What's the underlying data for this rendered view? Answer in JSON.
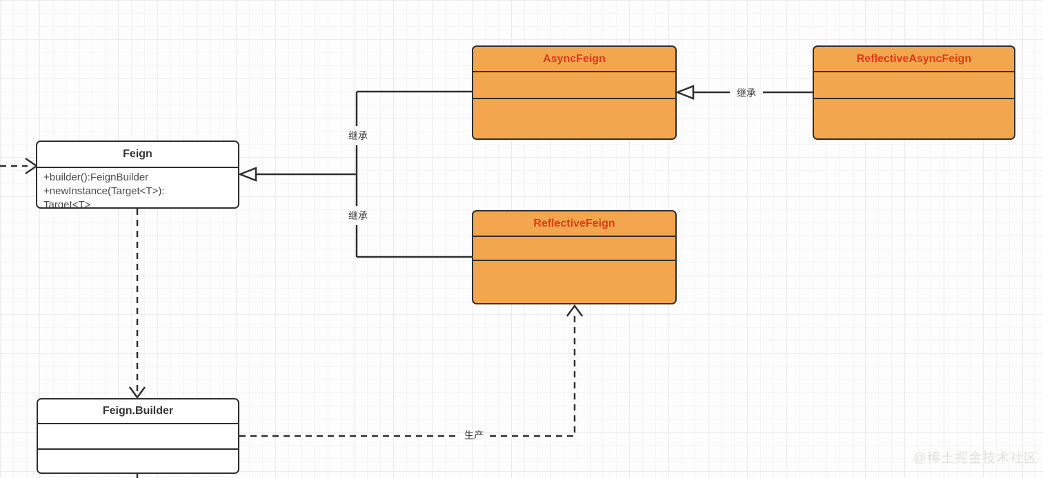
{
  "diagram": {
    "classes": {
      "feign": {
        "title": "Feign",
        "methods": [
          "+builder():FeignBuilder",
          "+newInstance(Target<T>):",
          "Target<T>"
        ]
      },
      "async_feign": {
        "title": "AsyncFeign"
      },
      "reflective_async_feign": {
        "title": "ReflectiveAsyncFeign"
      },
      "reflective_feign": {
        "title": "ReflectiveFeign"
      },
      "feign_builder": {
        "title": "Feign.Builder"
      }
    },
    "edge_labels": {
      "inherit_async_to_feign": "继承",
      "inherit_reflective_to_feign": "继承",
      "inherit_reflective_async_to_async": "继承",
      "produce": "生产"
    },
    "colors": {
      "class_fill_orange": "#f2a64d",
      "class_title_red": "#e03a18",
      "class_fill_white": "#ffffff",
      "border_and_line": "#2e2e2e",
      "grid_major": "#ebebeb",
      "grid_minor": "#f5f5f4"
    }
  },
  "watermark": "@稀土掘金技术社区"
}
